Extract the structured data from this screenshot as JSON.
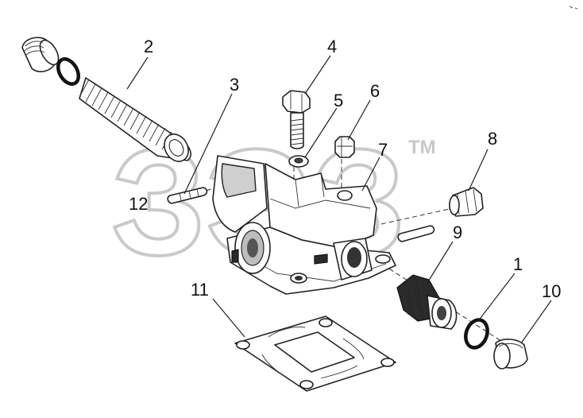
{
  "watermark": {
    "text": "ЗЭЗ",
    "tm": "TM"
  },
  "labels": {
    "p1": "1",
    "p2": "2",
    "p3": "3",
    "p4": "4",
    "p5": "5",
    "p6": "6",
    "p7": "7",
    "p8": "8",
    "p9": "9",
    "p10": "10",
    "p11": "11",
    "p12": "12"
  }
}
